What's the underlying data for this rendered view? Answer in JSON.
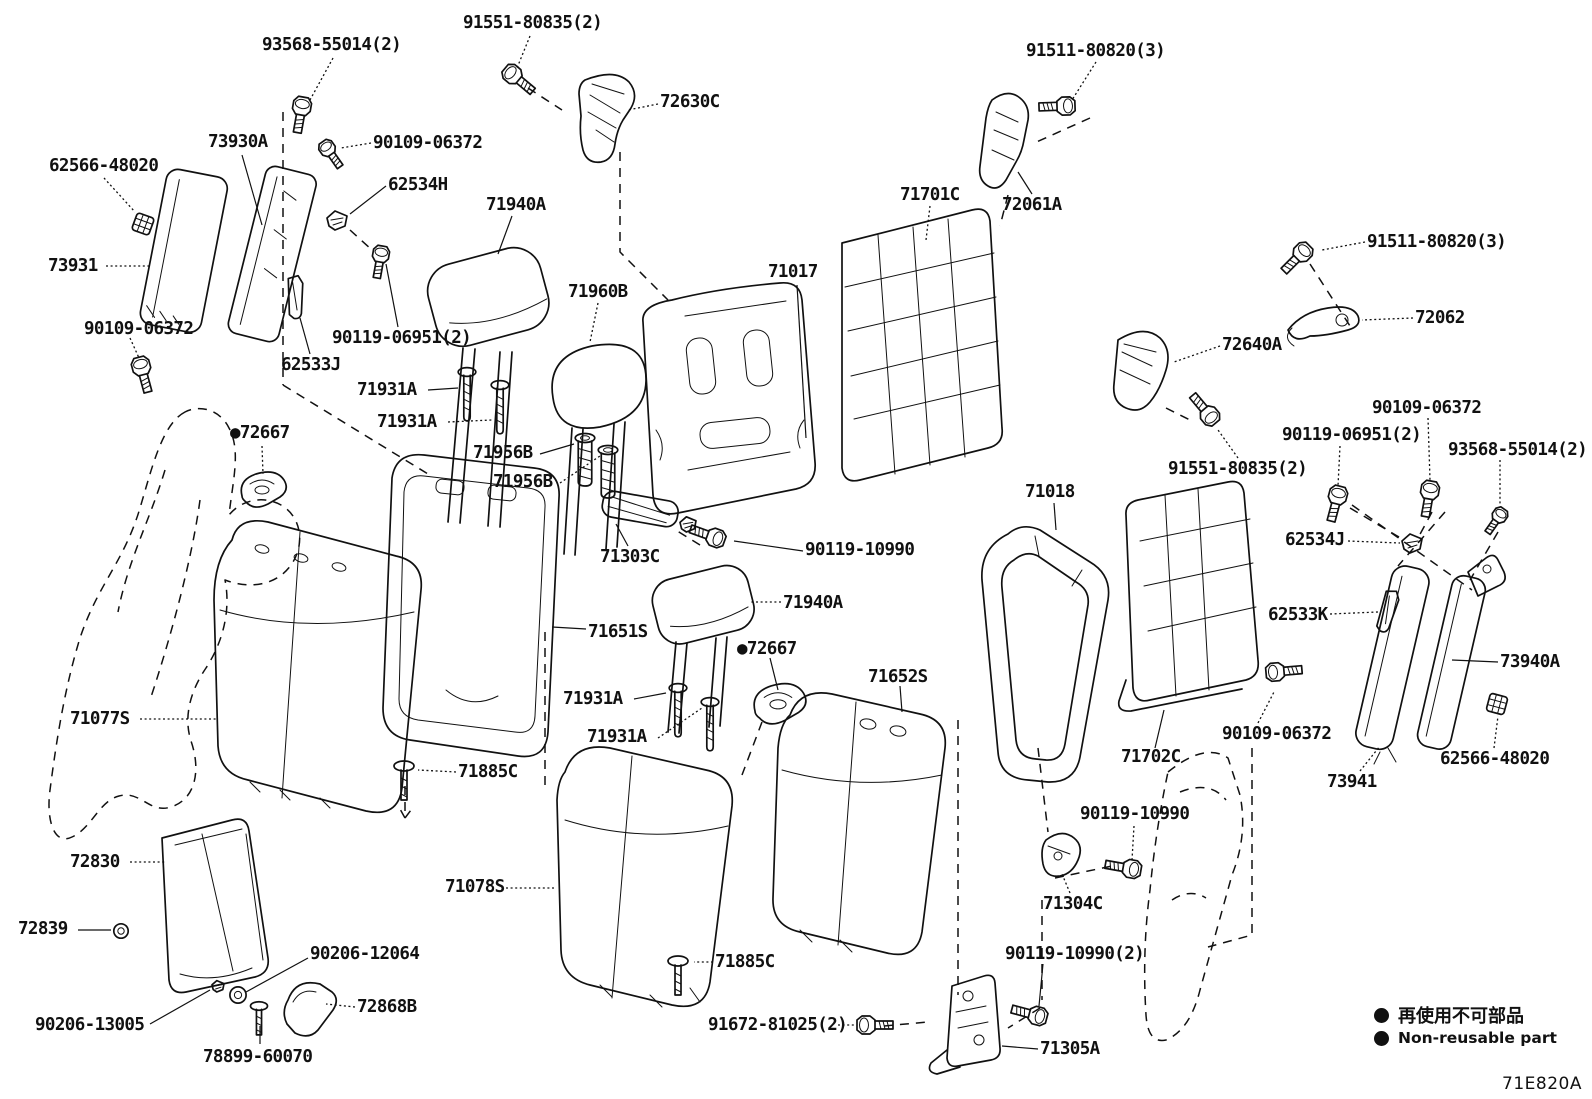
{
  "diagram": {
    "code": "71E820A",
    "colors": {
      "line": "#111111",
      "background": "#ffffff"
    },
    "legend": {
      "jp": "再使用不可部品",
      "en": "Non-reusable part",
      "bullet": "non-reusable-bullet"
    },
    "labels": [
      {
        "id": "fastener-93568-55014-top",
        "text": "93568-55014(2)"
      },
      {
        "id": "bolt-91551-80835-top",
        "text": "91551-80835(2)"
      },
      {
        "id": "lock-72630C",
        "text": "72630C"
      },
      {
        "id": "bolt-91511-80820-top",
        "text": "91511-80820(3)"
      },
      {
        "id": "trim-73930A",
        "text": "73930A"
      },
      {
        "id": "bolt-90109-06372-a",
        "text": "90109-06372"
      },
      {
        "id": "clip-62534H",
        "text": "62534H"
      },
      {
        "id": "clip-62566-48020-left",
        "text": "62566-48020"
      },
      {
        "id": "headrest-71940A-left",
        "text": "71940A"
      },
      {
        "id": "trim-73931",
        "text": "73931"
      },
      {
        "id": "board-71701C",
        "text": "71701C"
      },
      {
        "id": "hinge-72061A",
        "text": "72061A"
      },
      {
        "id": "bolt-91511-80820-right",
        "text": "91511-80820(3)"
      },
      {
        "id": "bolt-90109-06372-b",
        "text": "90109-06372"
      },
      {
        "id": "bolt-90119-06951-left",
        "text": "90119-06951(2)"
      },
      {
        "id": "bracket-62533J",
        "text": "62533J"
      },
      {
        "id": "lever-72062",
        "text": "72062"
      },
      {
        "id": "lock-72640A",
        "text": "72640A"
      },
      {
        "id": "screw-71931A-a",
        "text": "71931A"
      },
      {
        "id": "screw-71931A-b",
        "text": "71931A"
      },
      {
        "id": "headrest-71960B",
        "text": "71960B"
      },
      {
        "id": "frame-71017",
        "text": "71017"
      },
      {
        "id": "cap-72667-left",
        "text": "●72667"
      },
      {
        "id": "guide-71956B-a",
        "text": "71956B"
      },
      {
        "id": "guide-71956B-b",
        "text": "71956B"
      },
      {
        "id": "bolt-90109-06372-right",
        "text": "90109-06372"
      },
      {
        "id": "bolt-90119-06951-right",
        "text": "90119-06951(2)"
      },
      {
        "id": "fastener-93568-55014-right",
        "text": "93568-55014(2)"
      },
      {
        "id": "bolt-91551-80835-right",
        "text": "91551-80835(2)"
      },
      {
        "id": "latch-71303C",
        "text": "71303C"
      },
      {
        "id": "bolt-90119-10990-a",
        "text": "90119-10990"
      },
      {
        "id": "frame-71018",
        "text": "71018"
      },
      {
        "id": "clip-62534J",
        "text": "62534J"
      },
      {
        "id": "bracket-62533K",
        "text": "62533K"
      },
      {
        "id": "pad-71651S",
        "text": "71651S"
      },
      {
        "id": "headrest-71940A-center",
        "text": "71940A"
      },
      {
        "id": "cap-72667-center",
        "text": "●72667"
      },
      {
        "id": "screw-71931A-c",
        "text": "71931A"
      },
      {
        "id": "screw-71931A-d",
        "text": "71931A"
      },
      {
        "id": "cushion-71652S",
        "text": "71652S"
      },
      {
        "id": "trim-73940A",
        "text": "73940A"
      },
      {
        "id": "cushion-71077S",
        "text": "71077S"
      },
      {
        "id": "screw-71885C-a",
        "text": "71885C"
      },
      {
        "id": "board-71702C",
        "text": "71702C"
      },
      {
        "id": "bolt-90109-06372-c",
        "text": "90109-06372"
      },
      {
        "id": "trim-73941",
        "text": "73941"
      },
      {
        "id": "clip-62566-48020-right",
        "text": "62566-48020"
      },
      {
        "id": "bolt-90119-10990-b",
        "text": "90119-10990"
      },
      {
        "id": "armrest-72830",
        "text": "72830"
      },
      {
        "id": "cushion-71078S",
        "text": "71078S"
      },
      {
        "id": "clip-72839",
        "text": "72839"
      },
      {
        "id": "grommet-90206-12064",
        "text": "90206-12064"
      },
      {
        "id": "bracket-71304C",
        "text": "71304C"
      },
      {
        "id": "bolt-90119-10990-c",
        "text": "90119-10990(2)"
      },
      {
        "id": "screw-71885C-b",
        "text": "71885C"
      },
      {
        "id": "cover-72868B",
        "text": "72868B"
      },
      {
        "id": "clip-90206-13005",
        "text": "90206-13005"
      },
      {
        "id": "bolt-91672-81025",
        "text": "91672-81025(2)"
      },
      {
        "id": "bracket-71305A",
        "text": "71305A"
      },
      {
        "id": "screw-78899-60070",
        "text": "78899-60070"
      }
    ]
  }
}
